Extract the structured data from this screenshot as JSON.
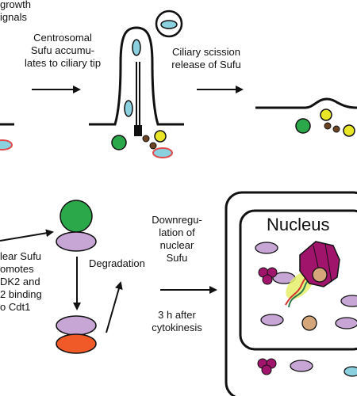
{
  "labels": {
    "growth_signals": "growth\nignals",
    "centrosomal_sufu": "Centrosomal\nSufu accumu-\nlates to ciliary tip",
    "ciliary_scission": "Ciliary scission\nrelease of Sufu",
    "nuclear_sufu": "lear Sufu\nomotes\nDK2 and\n2 binding\no Cdt1",
    "degradation": "Degradation",
    "downregulation": "Downregu-\nlation of\nnuclear\nSufu",
    "time_after": "3 h after\ncytokinesis",
    "nucleus_title": "Nucleus"
  },
  "colors": {
    "sufu": "#8ad0de",
    "green_protein": "#2aa84a",
    "yellow_protein": "#e9e628",
    "brown_protein": "#6b4424",
    "red_outline": "#e04a4a",
    "lavender": "#c7a6d6",
    "orange": "#f05a28",
    "magenta": "#a0156b",
    "tan": "#d4a67a",
    "dna_glow": "#e5f06b",
    "outline": "#111111"
  }
}
